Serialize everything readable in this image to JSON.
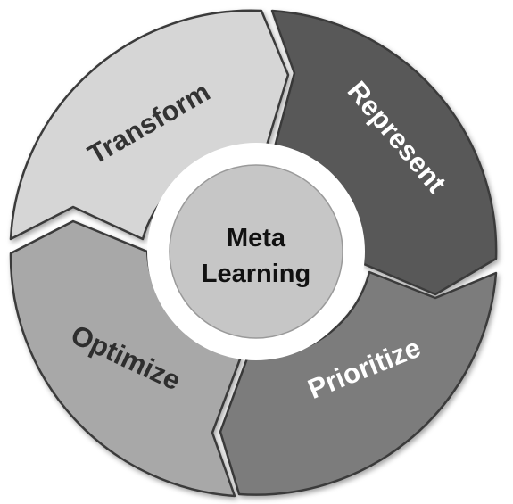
{
  "center": {
    "line1": "Meta",
    "line2": "Learning",
    "fill": "#c6c6c6",
    "ring_fill": "#ffffff"
  },
  "segments": [
    {
      "label": "Represent",
      "fill": "#595959",
      "text_color": "#ffffff"
    },
    {
      "label": "Prioritize",
      "fill": "#7b7b7b",
      "text_color": "#ffffff"
    },
    {
      "label": "Optimize",
      "fill": "#a8a8a8",
      "text_color": "#2e2e2e"
    },
    {
      "label": "Transform",
      "fill": "#d6d6d6",
      "text_color": "#333333"
    }
  ]
}
